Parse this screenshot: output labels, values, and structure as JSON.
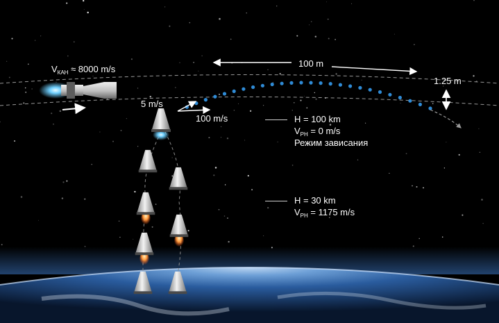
{
  "colors": {
    "background": "#000000",
    "trajectory_dots": "#2f8bd6",
    "orbit_dashes": "#9a9a9a",
    "engine_glow": "#6fd0ff",
    "flame": "#ff9a3c",
    "earth_atmosphere": "#3d79c8"
  },
  "icons": {
    "spacecraft": "orbital-vehicle-icon",
    "capsule": "descent-capsule-icon",
    "arrow": "arrow-icon"
  },
  "labels": {
    "kah_velocity": {
      "prefix": "V",
      "sub": "КАН",
      "suffix": " ≈ 8000 m/s"
    },
    "distance": "100 m",
    "height_offset": "1.25 m",
    "vertical_speed": "5 m/s",
    "horizontal_speed": "100 m/s",
    "state_top": {
      "altitude": "H = 100 km",
      "velocity": {
        "prefix": "V",
        "sub": "PH",
        "suffix": " = 0 m/s"
      },
      "mode": "Режим зависания"
    },
    "state_mid": {
      "altitude": "H = 30 km",
      "velocity": {
        "prefix": "V",
        "sub": "PH",
        "suffix": " = 1175 m/s"
      }
    }
  }
}
